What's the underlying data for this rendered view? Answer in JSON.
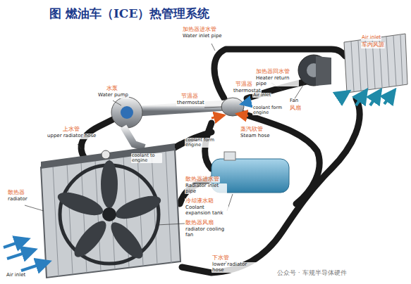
{
  "diagram": {
    "title": "图 燃油车（ICE）热管理系统",
    "labels": [
      "加热器进水管",
      "Water inlet pipe",
      "Air inlet",
      "车内风源",
      "加热器回水管",
      "Heater return pipe",
      "节温器",
      "thermostat",
      "水泵",
      "Water pump",
      "节温器",
      "thermostat",
      "Air inlet",
      "coolant form engine",
      "Fan",
      "风扇",
      "coolant form engine",
      "蒸汽软管",
      "Steam hose",
      "上水管",
      "upper radiator hose",
      "coolant to engine",
      "散热器",
      "radiator",
      "散热器进水管",
      "Radiator inlet pipe",
      "冷却液水箱",
      "Coolant expansion tank",
      "散热器风扇",
      "radiator cooling fan",
      "Air inlet",
      "下水管",
      "lower radiator hose",
      "公众号 · 车规半导体硬件"
    ]
  }
}
